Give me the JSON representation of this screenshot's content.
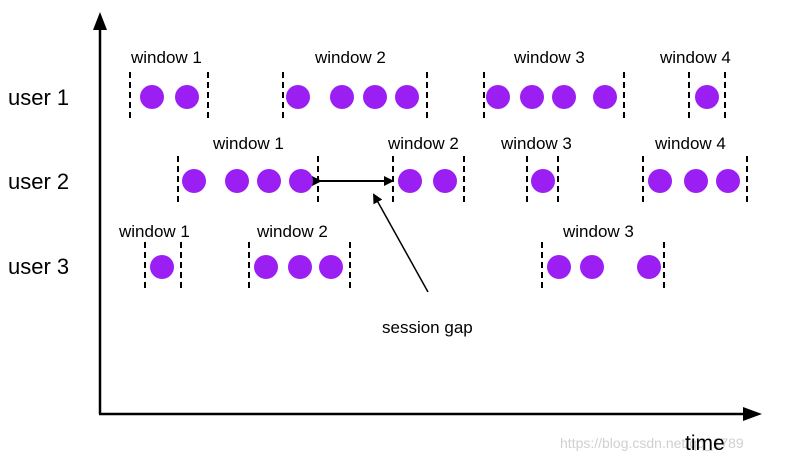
{
  "diagram": {
    "axis_label": "time",
    "watermark": "https://blog.csdn.net/qq_1789",
    "event_color": "#9b1ff2",
    "users": [
      {
        "label": "user 1",
        "windows": [
          {
            "label": "window 1",
            "events": 2
          },
          {
            "label": "window 2",
            "events": 4
          },
          {
            "label": "window 3",
            "events": 4
          },
          {
            "label": "window 4",
            "events": 1
          }
        ]
      },
      {
        "label": "user 2",
        "windows": [
          {
            "label": "window 1",
            "events": 4
          },
          {
            "label": "window 2",
            "events": 2
          },
          {
            "label": "window 3",
            "events": 1
          },
          {
            "label": "window 4",
            "events": 3
          }
        ]
      },
      {
        "label": "user 3",
        "windows": [
          {
            "label": "window 1",
            "events": 1
          },
          {
            "label": "window 2",
            "events": 3
          },
          {
            "label": "window 3",
            "events": 3
          }
        ]
      }
    ],
    "annotation": {
      "label": "session gap"
    }
  }
}
